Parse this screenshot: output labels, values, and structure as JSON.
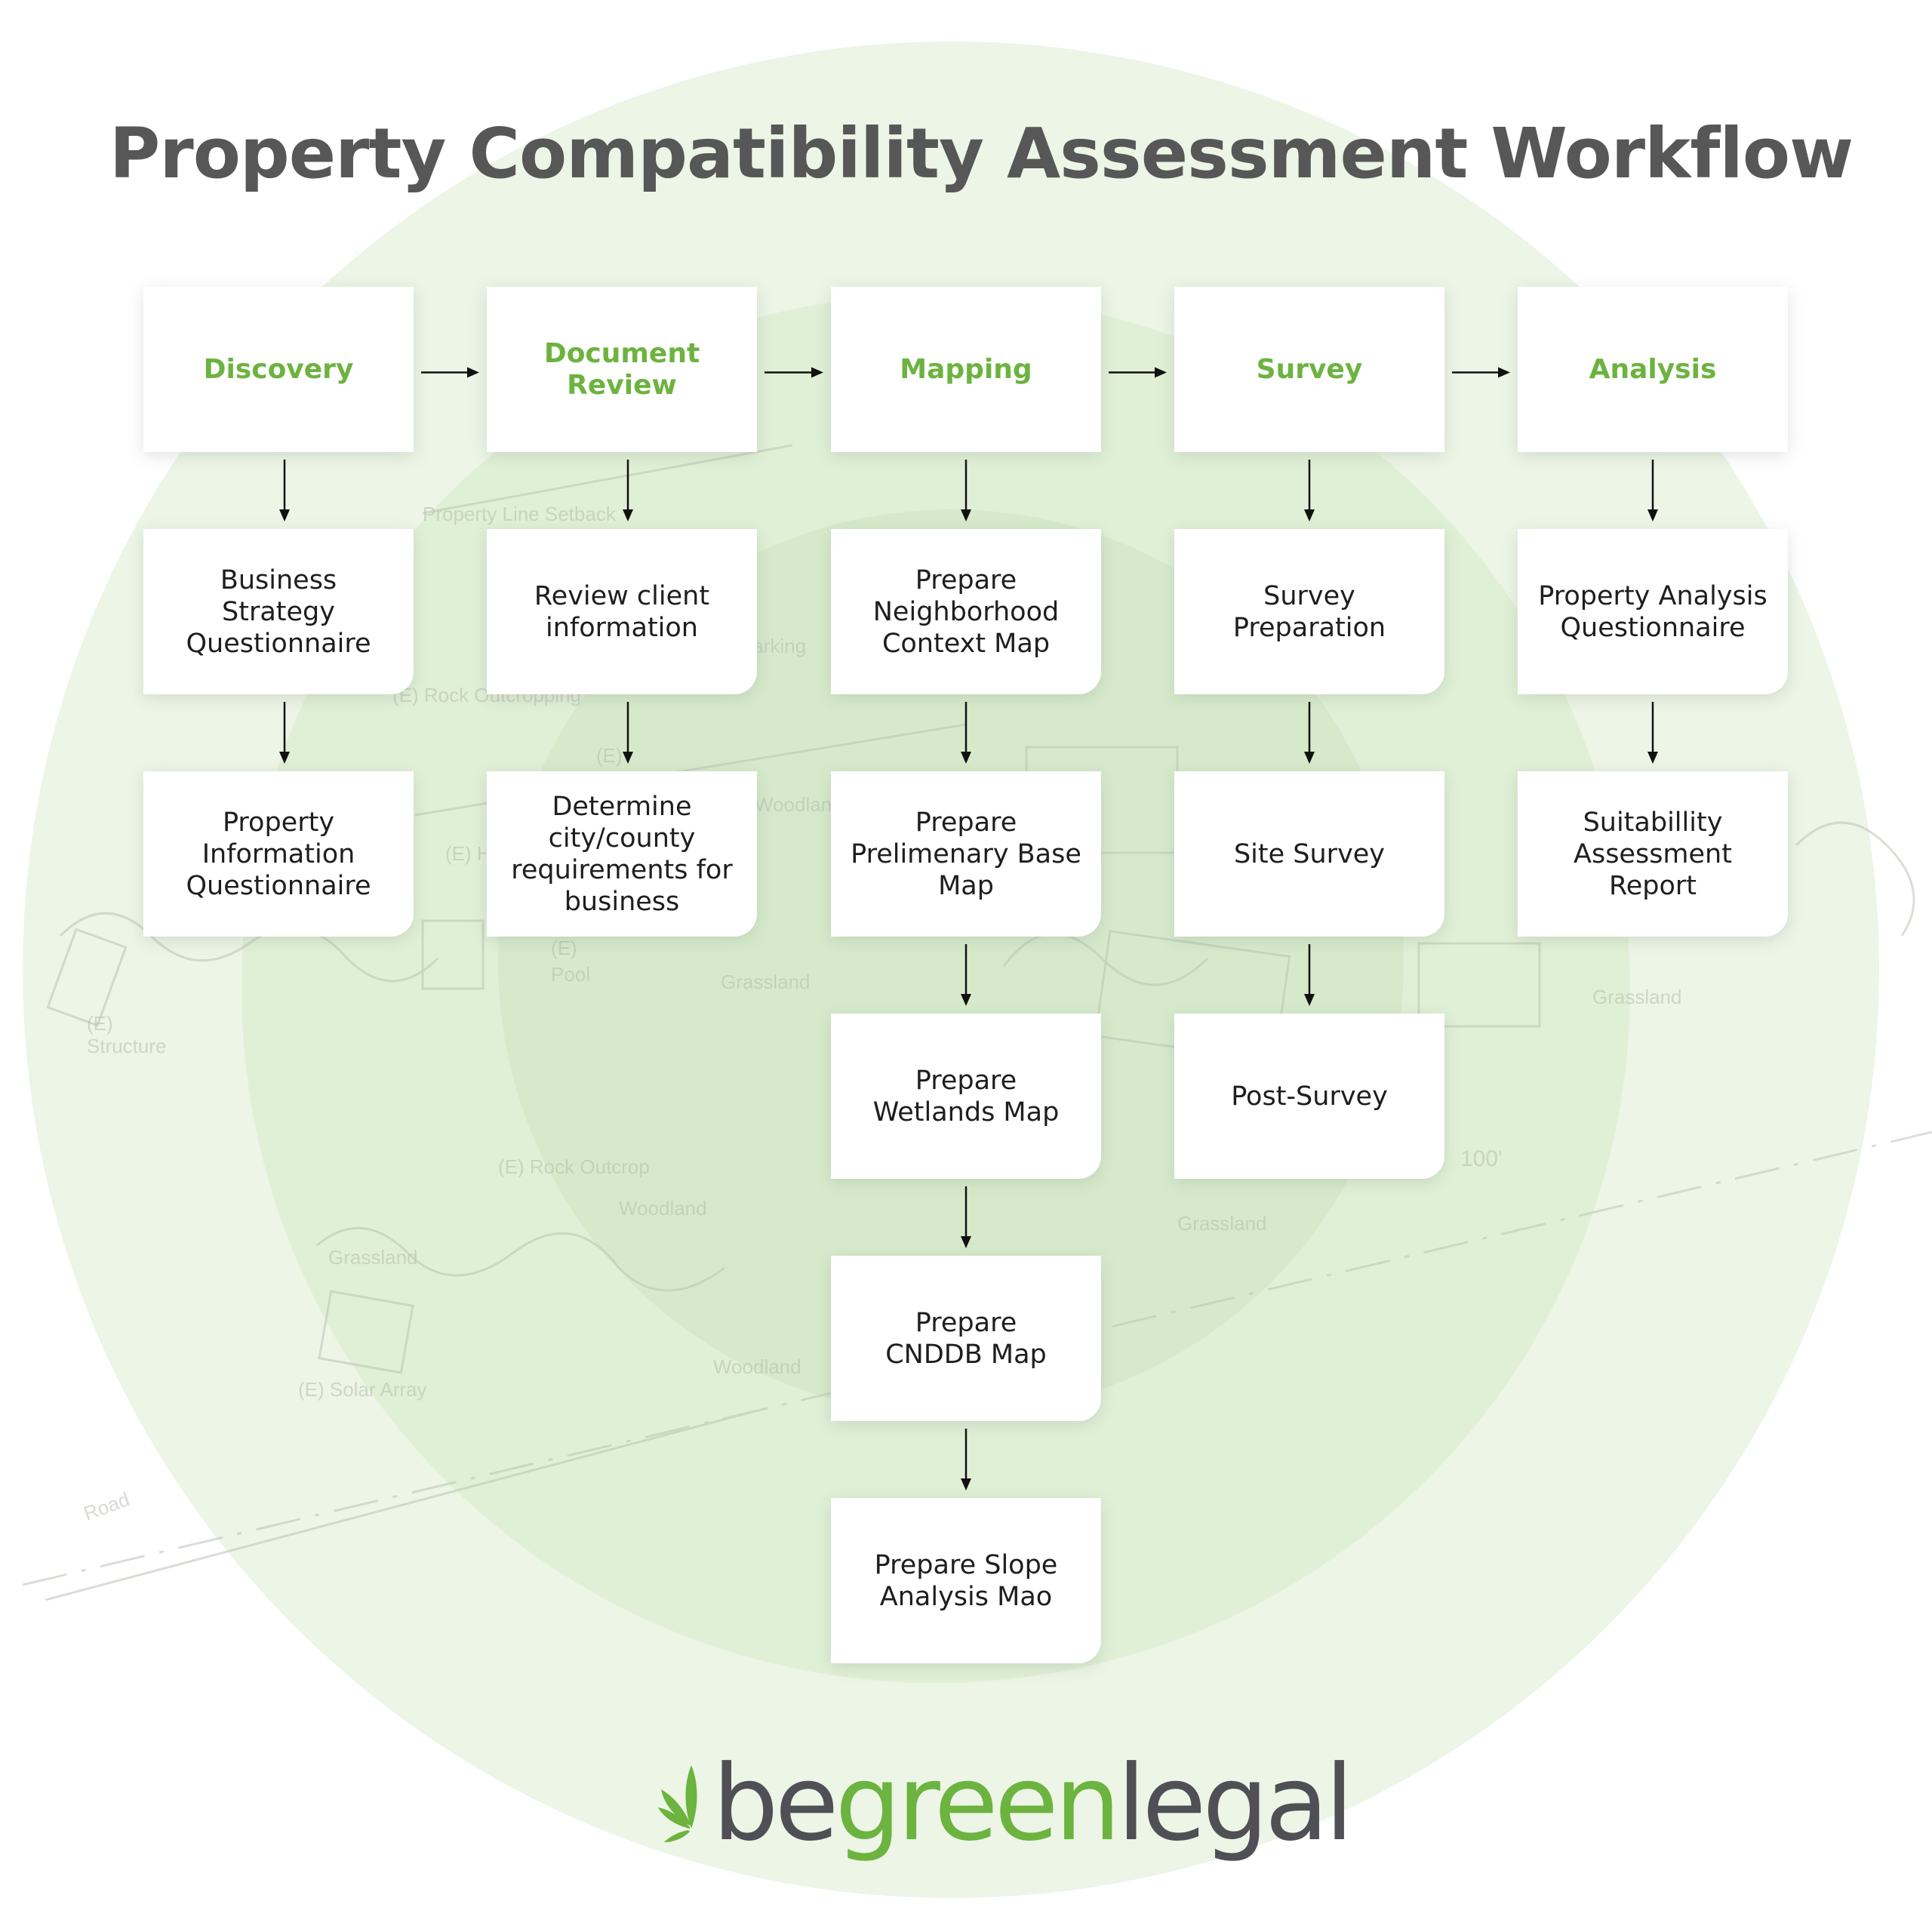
{
  "title": "Property Compatibility Assessment Workflow",
  "colors": {
    "accent": "#6cb33f",
    "title": "#575757",
    "text": "#1e1e1e",
    "circle_outer": "#ecf5e6",
    "circle_inner": "#d6eacb"
  },
  "phases": [
    {
      "label": "Discovery",
      "tasks": [
        "Business\nStrategy\nQuestionnaire",
        "Property\nInformation\nQuestionnaire"
      ]
    },
    {
      "label": "Document\nReview",
      "tasks": [
        "Review client\ninformation",
        "Determine\ncity/county\nrequirements for\nbusiness"
      ]
    },
    {
      "label": "Mapping",
      "tasks": [
        "Prepare\nNeighborhood\nContext Map",
        "Prepare\nPrelimenary Base\nMap",
        "Prepare\nWetlands Map",
        "Prepare\nCNDDB Map",
        "Prepare Slope\nAnalysis Mao"
      ]
    },
    {
      "label": "Survey",
      "tasks": [
        "Survey\nPreparation",
        "Site Survey",
        "Post-Survey"
      ]
    },
    {
      "label": "Analysis",
      "tasks": [
        "Property Analysis\nQuestionnaire",
        "Suitabillity\nAssessment\nReport"
      ]
    }
  ],
  "background_labels": {
    "setback": "Property Line Setback",
    "rock_outcropping": "(E) Rock Outcropping",
    "existing": "(E)",
    "pool": "Pool",
    "woodland": "Woodland",
    "grassland": "Grassland",
    "structure": "Structure",
    "rock_outcrop": "(E) Rock Outcrop",
    "solar_array": "(E) Solar Array",
    "road": "Road",
    "dimension": "100'",
    "house": "(E) H",
    "parking": "Parking"
  },
  "logo": {
    "part1": "be",
    "part2": "green",
    "part3": "legal",
    "icon": "cannabis-leaf-icon"
  }
}
